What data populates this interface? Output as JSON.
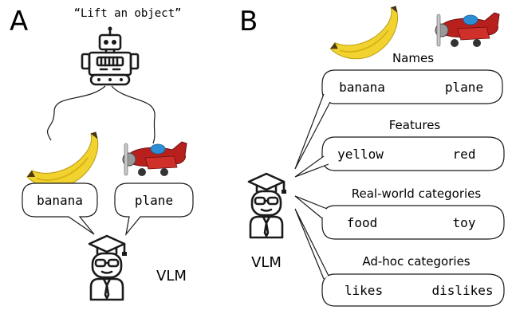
{
  "panel_a": {
    "label": "A",
    "prompt": "“Lift an object”",
    "bubbles": [
      "banana",
      "plane"
    ],
    "agent_label": "VLM"
  },
  "panel_b": {
    "label": "B",
    "agent_label": "VLM",
    "groups": [
      {
        "heading": "Names",
        "left": "banana",
        "right": "plane"
      },
      {
        "heading": "Features",
        "left": "yellow",
        "right": "red"
      },
      {
        "heading": "Real-world categories",
        "left": "food",
        "right": "toy"
      },
      {
        "heading": "Ad-hoc categories",
        "left": "likes",
        "right": "dislikes"
      }
    ]
  },
  "colors": {
    "banana": "#f2d22e",
    "plane_body": "#b8201e",
    "plane_canopy": "#2c8fd6",
    "outline": "#1a1a1a"
  },
  "icons": [
    "robot-icon",
    "banana-icon",
    "plane-icon",
    "vlm-scholar-icon"
  ]
}
